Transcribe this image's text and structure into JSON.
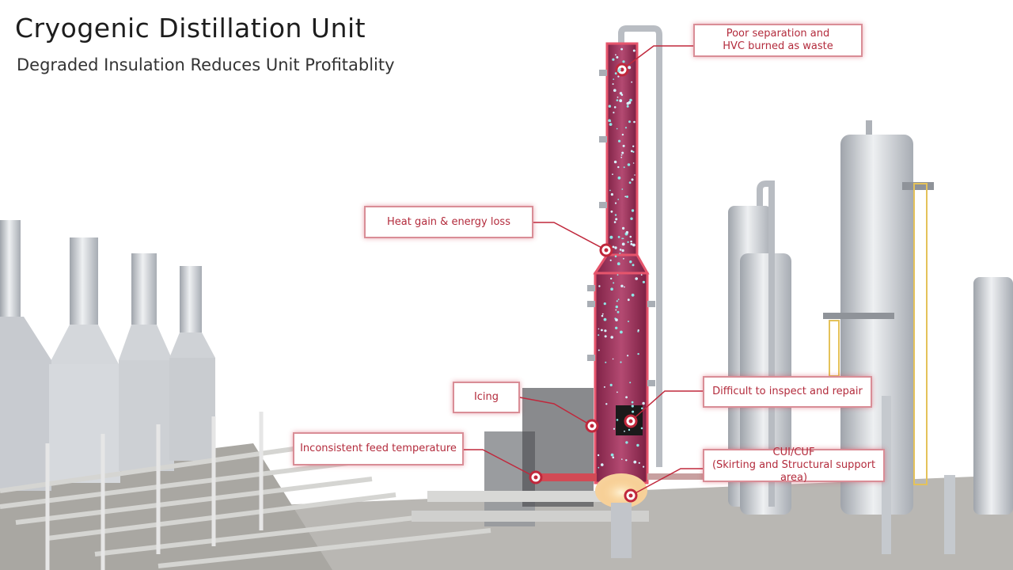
{
  "header": {
    "title": "Cryogenic Distillation Unit",
    "subtitle": "Degraded Insulation Reduces Unit Profitablity"
  },
  "callouts": [
    {
      "id": "poor-separation",
      "text": "Poor separation and\nHVC burned as waste"
    },
    {
      "id": "heat-gain",
      "text": "Heat gain & energy loss"
    },
    {
      "id": "icing",
      "text": "Icing"
    },
    {
      "id": "difficult-inspect",
      "text": "Difficult to inspect and repair"
    },
    {
      "id": "feed-temp",
      "text": "Inconsistent feed temperature"
    },
    {
      "id": "cui-cuf",
      "text": "CUI/CUF\n(Skirting and Structural support area)"
    }
  ],
  "colors": {
    "accent": "#c0283c",
    "callout_border": "#d98d96",
    "column_fill": "#a13560",
    "steel": "#c9ccd1"
  },
  "icons": {
    "marker": "target-ring-icon"
  }
}
